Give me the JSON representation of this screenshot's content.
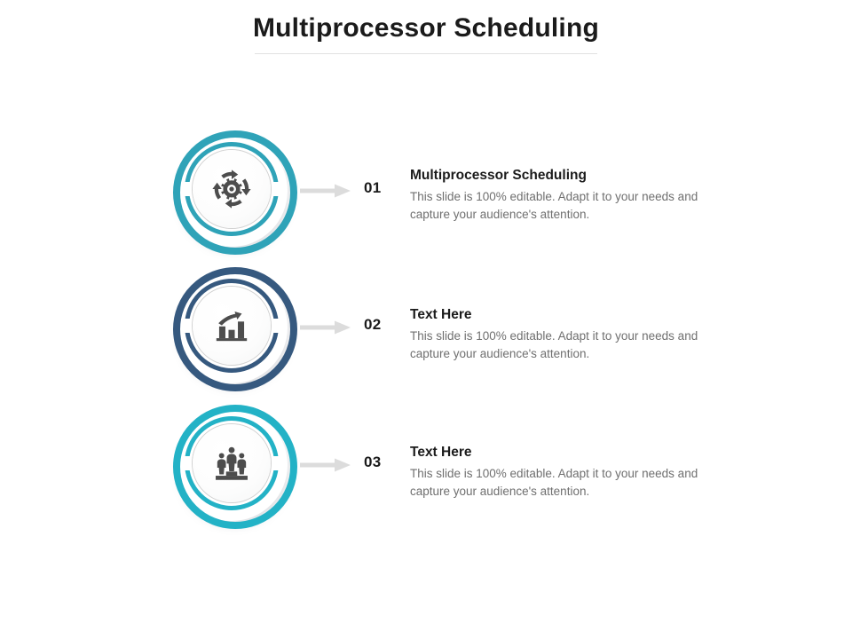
{
  "slide": {
    "title": "Multiprocessor Scheduling"
  },
  "colors": {
    "ring_teal_dark": "#2fa3b8",
    "ring_navy": "#36597f",
    "ring_teal_bright": "#23b2c6",
    "glyph": "#4d4d4d",
    "arrow": "#dcdcdc",
    "heading": "#1b1b1b",
    "body_text": "#6f6f6f",
    "divider": "#e2e2e2"
  },
  "items": [
    {
      "number": "01",
      "heading": "Multiprocessor Scheduling",
      "body": "This slide is 100% editable. Adapt it to your needs and capture your audience's attention.",
      "icon": "gear-cycle-icon",
      "ring_color": "#2fa3b8"
    },
    {
      "number": "02",
      "heading": "Text Here",
      "body": "This slide is 100% editable. Adapt it to your needs and capture your audience's attention.",
      "icon": "growth-bar-chart-icon",
      "ring_color": "#36597f"
    },
    {
      "number": "03",
      "heading": "Text Here",
      "body": "This slide is 100% editable. Adapt it to your needs and capture your audience's attention.",
      "icon": "team-podium-icon",
      "ring_color": "#23b2c6"
    }
  ]
}
